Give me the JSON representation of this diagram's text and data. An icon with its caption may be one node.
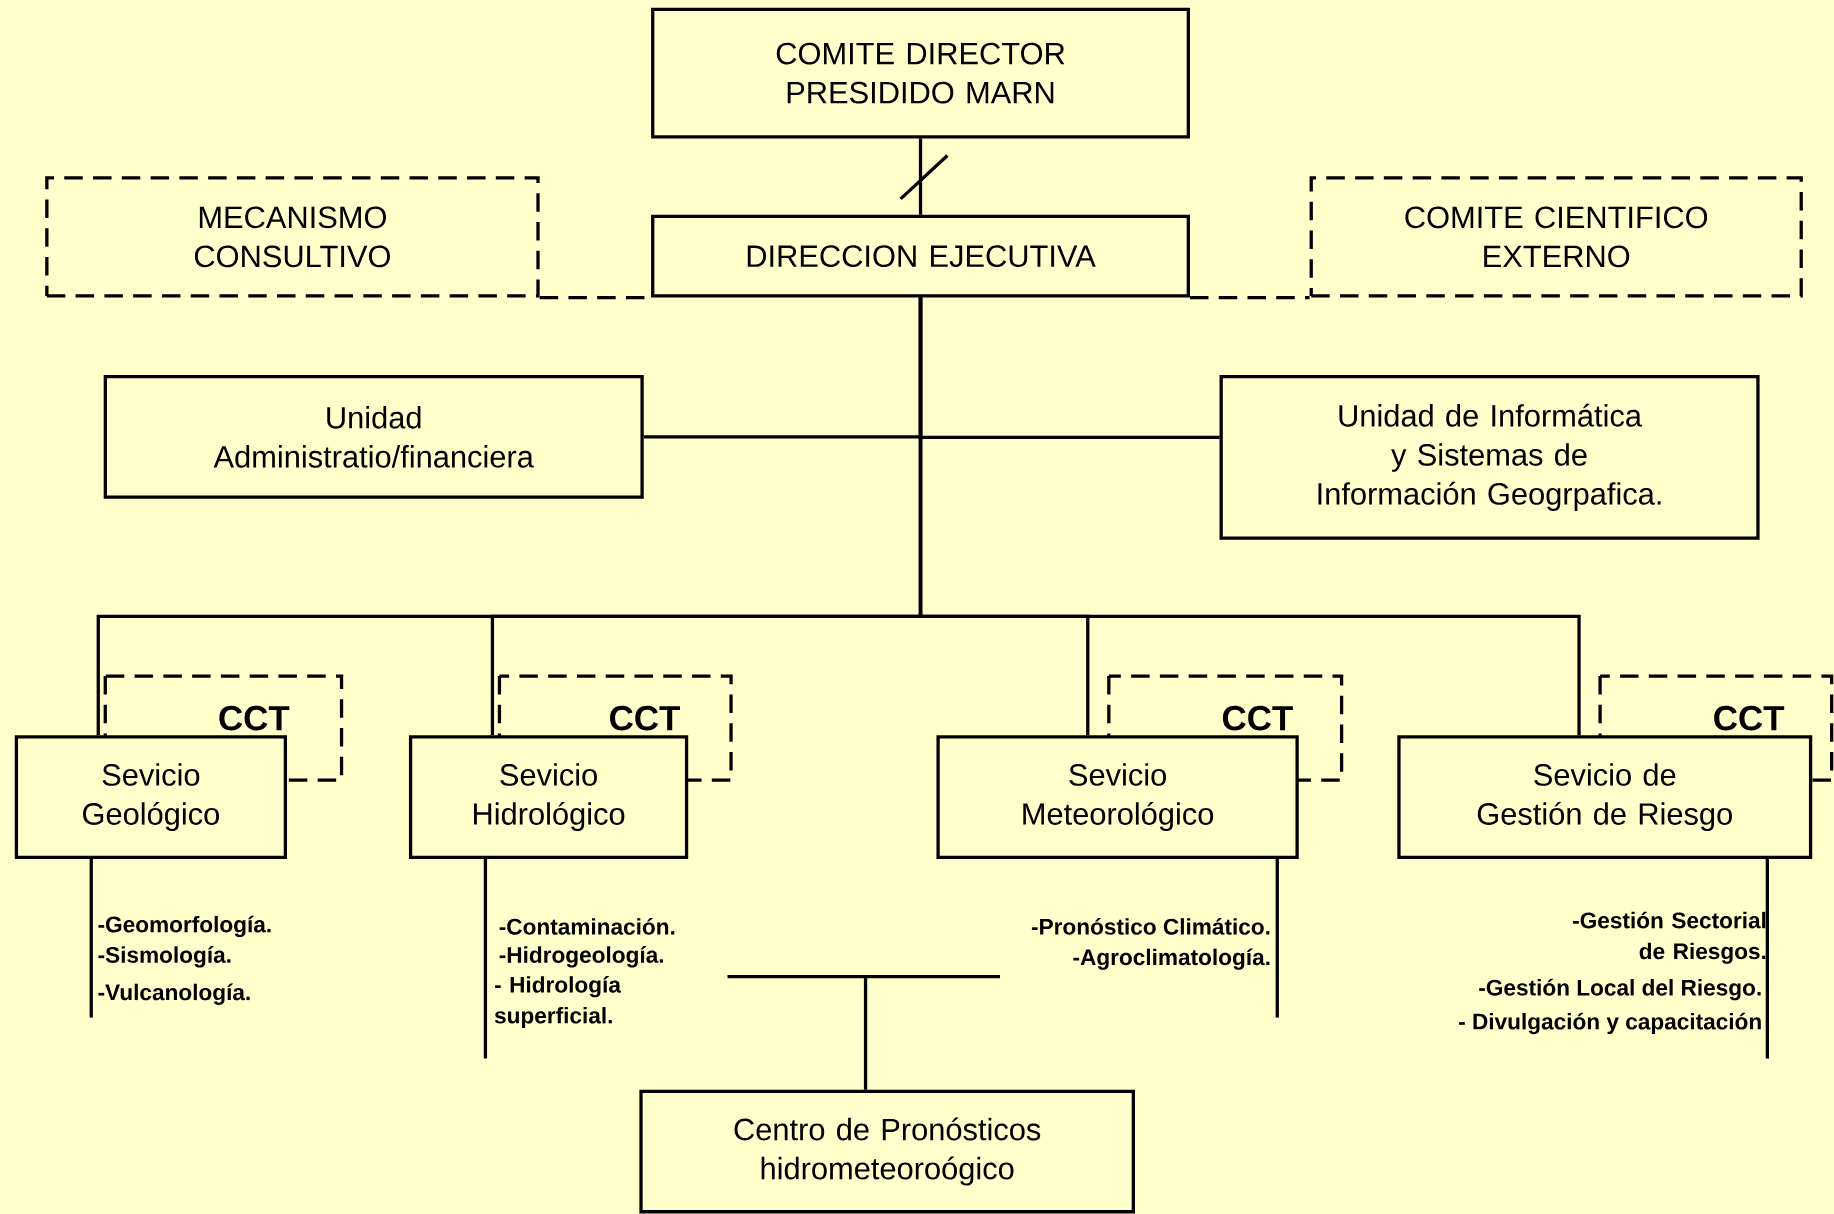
{
  "diagram": {
    "nodes": [
      {
        "text": [
          "COMITE DIRECTOR PRESIDIDO MARN"
        ]
      },
      {
        "text": [
          "MECANISMO CONSULTIVO"
        ]
      },
      {
        "text": [
          "DIRECCION EJECUTIVA"
        ]
      },
      {
        "text": [
          "COMITE CIENTIFICO EXTERNO"
        ]
      },
      {
        "text": [
          "Unidad Administratio/financiera"
        ]
      },
      {
        "text": [
          "Unidad de Informática y Sistemas de Información Geogrpafica."
        ]
      },
      {
        "text": [
          "CCT"
        ]
      },
      {
        "text": [
          "Sevicio Geológico"
        ],
        "beside": [
          "-Geomorfología.",
          "-Sismología.",
          "-Vulcanología."
        ]
      },
      {
        "text": [
          "CCT"
        ]
      },
      {
        "text": [
          "Sevicio Hidrológico"
        ],
        "beside": [
          "-Contaminación.",
          "-Hidrogeología.",
          "- Hidrología superficial."
        ]
      },
      {
        "text": [
          "CCT"
        ]
      },
      {
        "text": [
          "Sevicio Meteorológico"
        ],
        "beside": [
          "-Pronóstico Climático.",
          "-Agroclimatología."
        ]
      },
      {
        "text": [
          "CCT"
        ]
      },
      {
        "text": [
          "Sevicio de Gestión de Riesgo"
        ],
        "beside": [
          "-Gestión Sectorial de Riesgos.",
          "-Gestión Local del Riesgo.",
          "- Divulgación y capacitación"
        ]
      },
      {
        "text": [
          "Centro de Pronósticos hidrometeoroógico"
        ]
      }
    ],
    "edges": [
      {
        "from": 0,
        "to": 2,
        "arrow": "none"
      },
      {
        "from": 1,
        "to": 2,
        "arrow": "none",
        "style": "dashed"
      },
      {
        "from": 2,
        "to": 3,
        "arrow": "none",
        "style": "dashed"
      },
      {
        "from": 2,
        "to": 4,
        "arrow": "none"
      },
      {
        "from": 2,
        "to": 5,
        "arrow": "none"
      },
      {
        "from": 2,
        "to": 7,
        "arrow": "none"
      },
      {
        "from": 2,
        "to": 9,
        "arrow": "none"
      },
      {
        "from": 2,
        "to": 11,
        "arrow": "none"
      },
      {
        "from": 2,
        "to": 13,
        "arrow": "none"
      },
      {
        "from": null,
        "to": 14,
        "arrow": "none"
      }
    ]
  }
}
